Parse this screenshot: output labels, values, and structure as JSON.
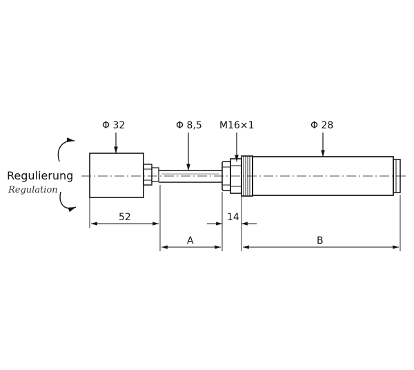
{
  "labels": {
    "dia_32": "Φ 32",
    "dia_8_5": "Φ 8,5",
    "thread": "M16×1",
    "dia_28": "Φ 28",
    "regulierung": "Regulierung",
    "regulation": "Regulation",
    "dim_52": "52",
    "dim_14": "14",
    "dim_a": "A",
    "dim_b": "B"
  }
}
